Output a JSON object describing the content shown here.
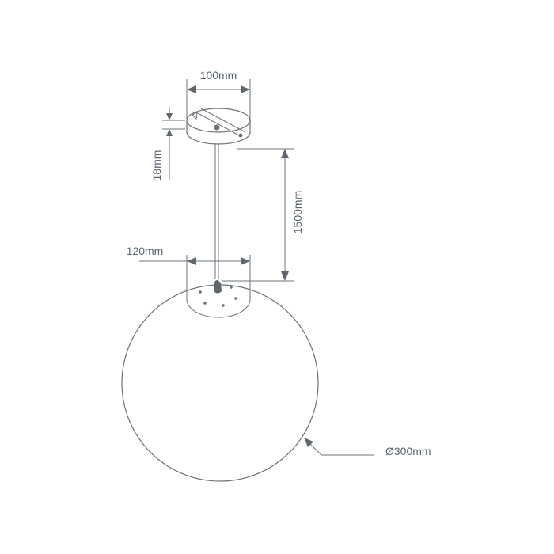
{
  "diagram": {
    "type": "technical-dimension-drawing",
    "subject": "pendant light with spherical shade",
    "colors": {
      "line": "#6b7278",
      "text": "#5a6470",
      "arrow": "#5f676d",
      "background": "#ffffff"
    },
    "dimensions": {
      "canopy_width": "100mm",
      "canopy_height": "18mm",
      "drop_length": "1500mm",
      "shade_opening": "120mm",
      "shade_diameter": "Ø300mm"
    },
    "parts": [
      "ceiling-canopy",
      "suspension-cord",
      "cord-grip",
      "globe-shade"
    ]
  }
}
